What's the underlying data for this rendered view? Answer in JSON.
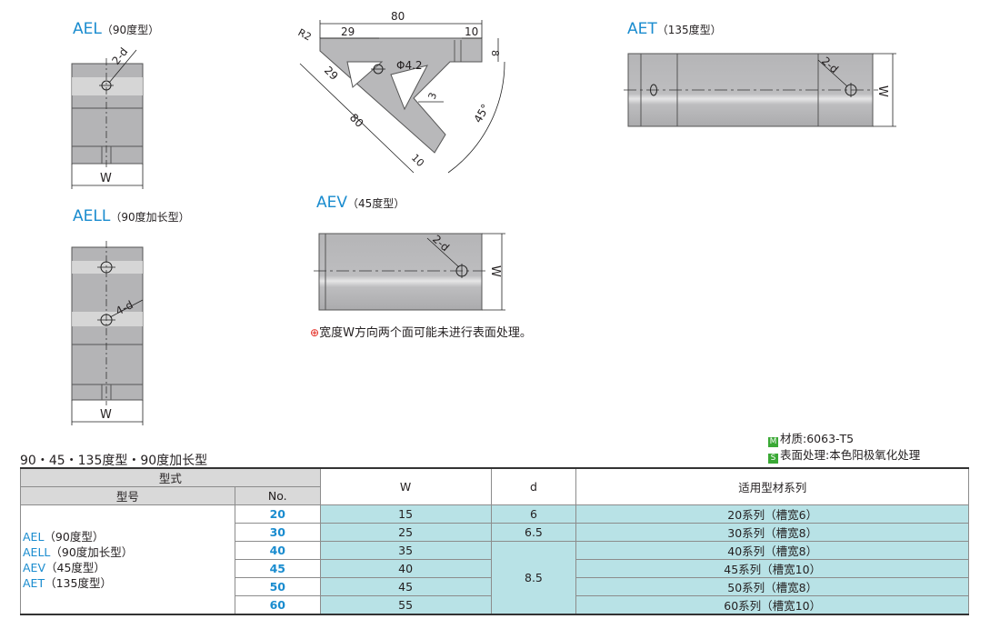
{
  "figures": {
    "ael": {
      "name": "AEL",
      "sub": "（90度型）",
      "d_label": "2-d",
      "w_label": "W"
    },
    "aell": {
      "name": "AELL",
      "sub": "（90度加长型）",
      "d_label": "4-d",
      "w_label": "W"
    },
    "aev": {
      "name": "AEV",
      "sub": "（45度型）",
      "d_label": "2-d",
      "w_label": "W",
      "dims": {
        "top": "80",
        "r": "R2",
        "left_top": "29",
        "right_top": "10",
        "right_side": "8",
        "hole": "Φ4.2",
        "diag1": "29",
        "diag2": "80",
        "thick": "3",
        "bottom": "10",
        "angle": "45°"
      }
    },
    "aet": {
      "name": "AET",
      "sub": "（135度型）",
      "d_label": "2-d",
      "w_label": "W"
    }
  },
  "note": {
    "mark": "⊕",
    "text": "宽度W方向两个面可能未进行表面处理。"
  },
  "spec": {
    "material_icon": "M",
    "material": "材质:6063-T5",
    "surface_icon": "S",
    "surface": "表面处理:本色阳极氧化处理"
  },
  "table": {
    "title": "90・45・135度型・90度加长型",
    "headers": {
      "type": "型式",
      "model": "型号",
      "no": "No.",
      "w": "W",
      "d": "d",
      "series": "适用型材系列"
    },
    "types": [
      {
        "name": "AEL",
        "sub": "（90度型）"
      },
      {
        "name": "AELL",
        "sub": "（90度加长型）"
      },
      {
        "name": "AEV",
        "sub": "（45度型）"
      },
      {
        "name": "AET",
        "sub": "（135度型）"
      }
    ],
    "rows": [
      {
        "no": "20",
        "w": "15",
        "d": "6",
        "series": "20系列（槽宽6）"
      },
      {
        "no": "30",
        "w": "25",
        "d": "6.5",
        "series": "30系列（槽宽8）"
      },
      {
        "no": "40",
        "w": "35",
        "d": "8.5",
        "series": "40系列（槽宽8）"
      },
      {
        "no": "45",
        "w": "40",
        "series": "45系列（槽宽10）"
      },
      {
        "no": "50",
        "w": "45",
        "series": "50系列（槽宽8）"
      },
      {
        "no": "60",
        "w": "55",
        "series": "60系列（槽宽10）"
      }
    ]
  }
}
